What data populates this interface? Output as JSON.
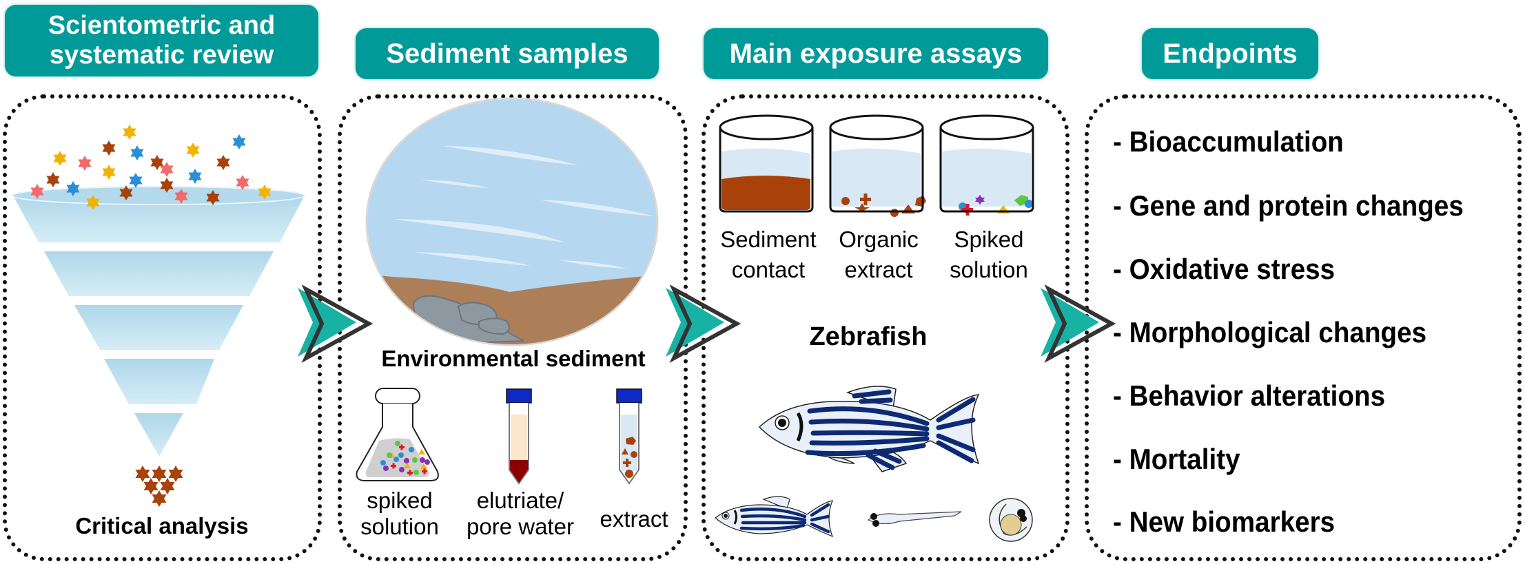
{
  "stages": [
    {
      "id": "review",
      "header": "Scientometric and systematic review",
      "header_line1": "Scientometric and",
      "header_line2": "systematic review",
      "caption": "Critical analysis"
    },
    {
      "id": "sediment",
      "header": "Sediment samples",
      "caption": "Environmental sediment",
      "sample_types": [
        {
          "line1": "spiked",
          "line2": "solution"
        },
        {
          "line1": "elutriate/",
          "line2": "pore water"
        },
        {
          "line1": "extract",
          "line2": ""
        }
      ]
    },
    {
      "id": "assays",
      "header": "Main exposure assays",
      "assay_types": [
        {
          "line1": "Sediment",
          "line2": "contact"
        },
        {
          "line1": "Organic",
          "line2": "extract"
        },
        {
          "line1": "Spiked",
          "line2": "solution"
        }
      ],
      "organism": "Zebrafish"
    },
    {
      "id": "endpoints",
      "header": "Endpoints",
      "items": [
        "- Bioaccumulation",
        "- Gene and protein changes",
        "- Oxidative stress",
        "- Morphological changes",
        "- Behavior alterations",
        "- Mortality",
        "- New biomarkers"
      ]
    }
  ],
  "colors": {
    "header_bg": "#009b99",
    "arrow_fill": "#18b2a4",
    "funnel": "#b5dcec",
    "sediment_brown": "#a8420a",
    "water": "#d8e8f5",
    "fish_stripe": "#0d2a73"
  }
}
